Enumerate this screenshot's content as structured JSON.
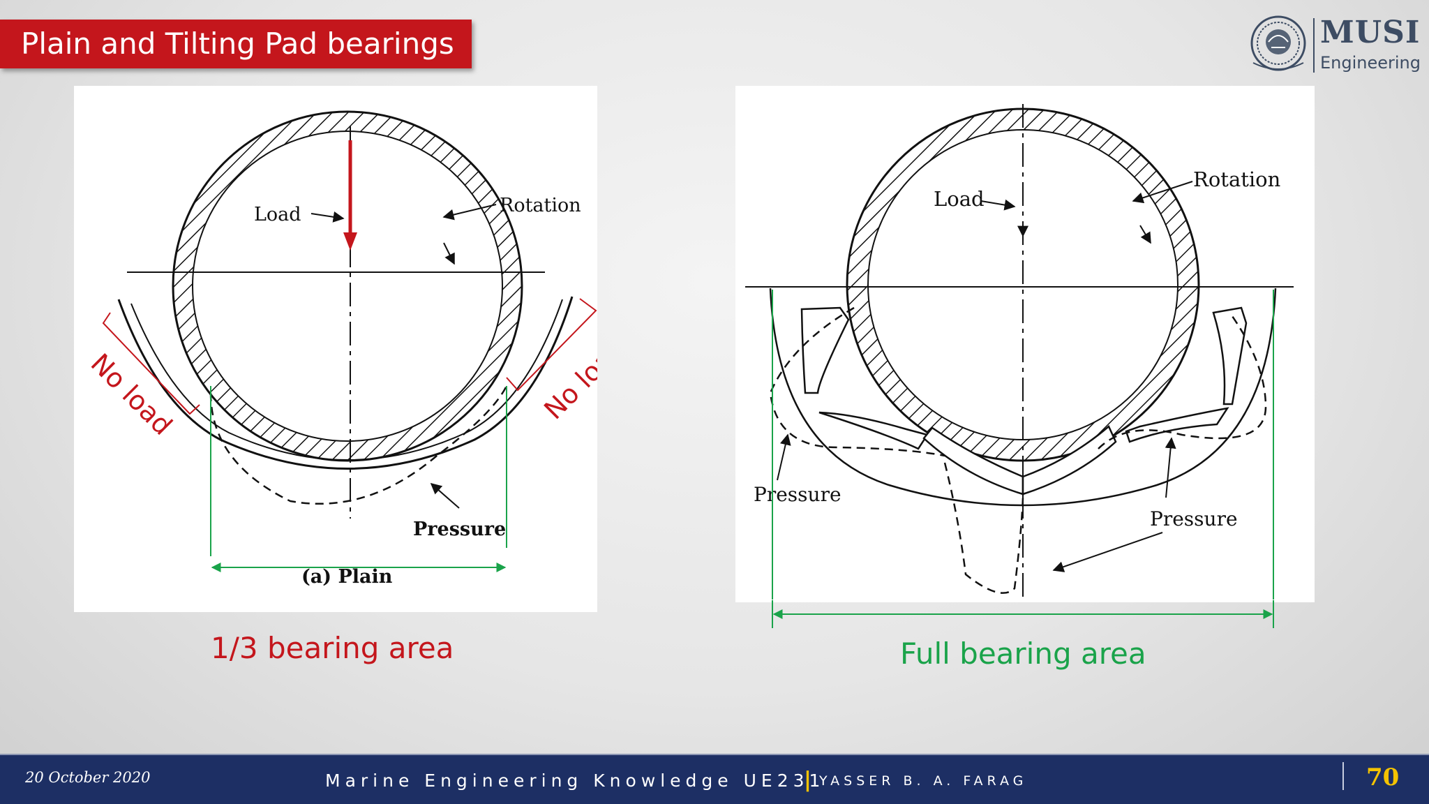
{
  "slide": {
    "title": "Plain and Tilting Pad bearings",
    "logo": {
      "name": "MUSI",
      "subtitle": "Engineering"
    }
  },
  "diagram_plain": {
    "load_label": "Load",
    "rotation_label": "Rotation",
    "pressure_label": "Pressure",
    "caption_label": "(a) Plain",
    "no_load_left": "No load",
    "no_load_right": "No load",
    "area_caption": "1/3 bearing area",
    "area_color": "#c4161c"
  },
  "diagram_tilting": {
    "load_label": "Load",
    "rotation_label": "Rotation",
    "pressure_left_label": "Pressure",
    "pressure_right_label": "Pressure",
    "area_caption": "Full bearing area",
    "area_color": "#1aa34a"
  },
  "footer": {
    "date": "20 October 2020",
    "course": "Marine Engineering Knowledge UE231",
    "separator": "|",
    "author": "YASSER B. A. FARAG",
    "page_number": "70"
  }
}
